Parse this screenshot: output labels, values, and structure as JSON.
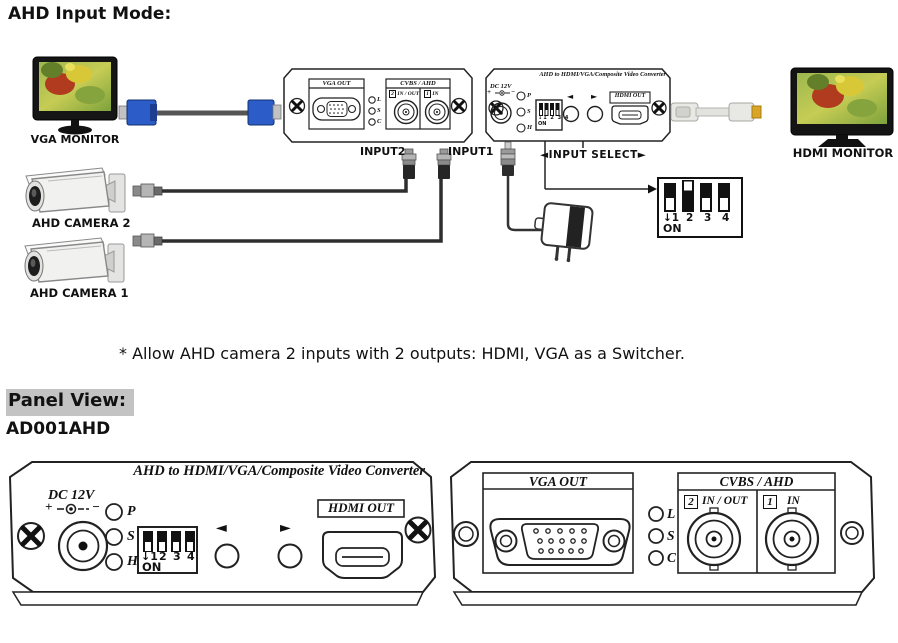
{
  "doc": {
    "heading_input_mode": "AHD Input Mode:",
    "note": "* Allow AHD camera 2 inputs with 2 outputs: HDMI, VGA as a Switcher.",
    "heading_panel_view": "Panel View:",
    "model": "AD001AHD"
  },
  "labels": {
    "vga_monitor": "VGA MONITOR",
    "hdmi_monitor": "HDMI MONITOR",
    "ahd_camera_2": "AHD CAMERA 2",
    "ahd_camera_1": "AHD CAMERA 1",
    "input2": "INPUT2",
    "input1": "INPUT1",
    "input_select": "◄INPUT SELECT►"
  },
  "panel": {
    "title": "AHD to HDMI/VGA/Composite Video Converter",
    "dc_label": "DC 12V",
    "plus": "+",
    "minus": "−",
    "front_leds": [
      "P",
      "S",
      "H"
    ],
    "rear_leds": [
      "L",
      "S",
      "C"
    ],
    "dip_labels": [
      "↓1",
      "2",
      "3",
      "4"
    ],
    "dip_on": "ON",
    "hdmi_out": "HDMI OUT",
    "vga_out": "VGA OUT",
    "cvbs_ahd": "CVBS / AHD",
    "bnc2_num": "2",
    "bnc2_label": "IN / OUT",
    "bnc1_num": "1",
    "bnc1_label": "IN",
    "arrow_left": "◄",
    "arrow_right": "►"
  },
  "colors": {
    "ink": "#111111",
    "vga_blue": "#2b5cc8",
    "hdmi_cable": "#e2e2de",
    "highlight": "#c3c3c3"
  }
}
